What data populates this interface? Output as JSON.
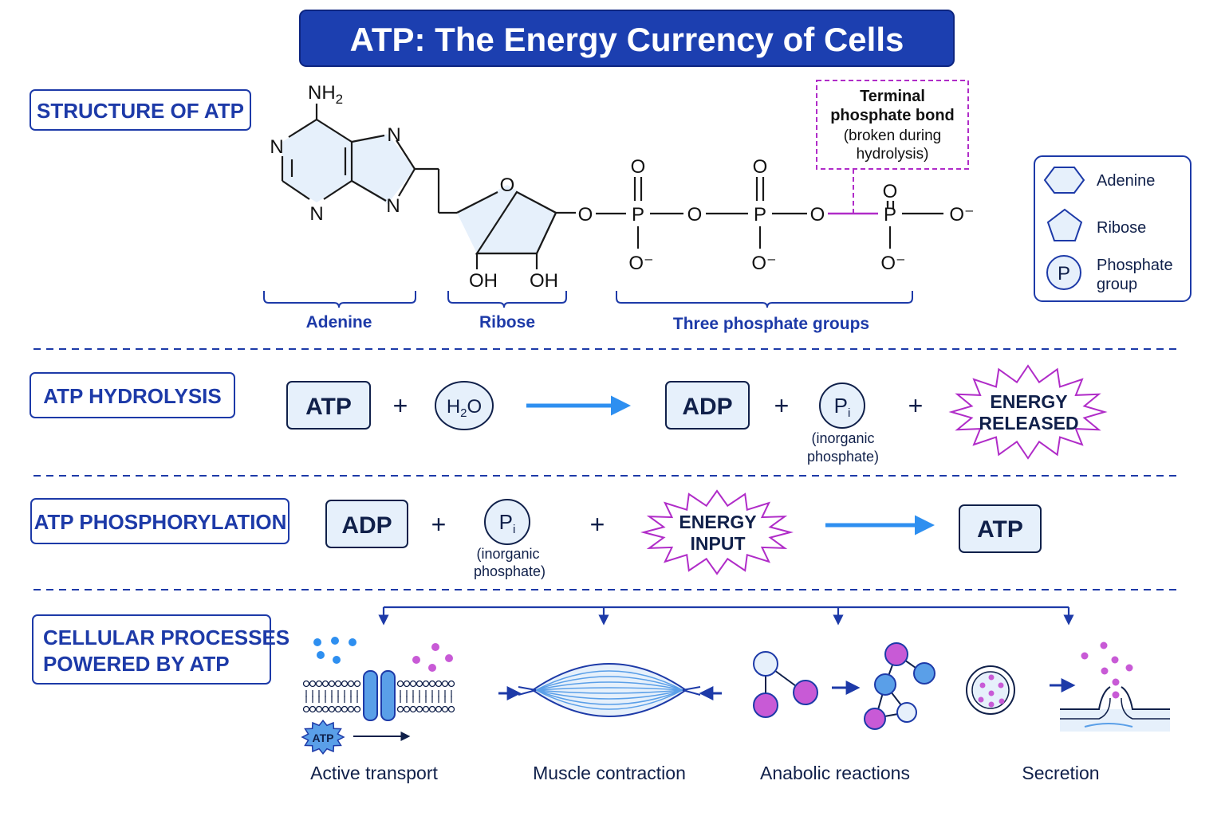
{
  "title": "ATP: The Energy Currency of Cells",
  "sections": {
    "structure": "STRUCTURE OF ATP",
    "hydrolysis": "ATP HYDROLYSIS",
    "phosphorylation": "ATP PHOSPHORYLATION",
    "processes_line1": "CELLULAR PROCESSES",
    "processes_line2": "POWERED BY ATP"
  },
  "structure": {
    "atoms": {
      "nh2": "NH",
      "nh2_sub": "2",
      "n": "N",
      "o": "O",
      "p": "P",
      "o_minus": "O⁻",
      "oh": "OH"
    },
    "brace_labels": {
      "adenine": "Adenine",
      "ribose": "Ribose",
      "phosphates": "Three phosphate groups"
    },
    "callout": {
      "line1": "Terminal",
      "line2": "phosphate bond",
      "line3": "(broken during",
      "line4": "hydrolysis)"
    }
  },
  "legend": {
    "adenine": "Adenine",
    "ribose": "Ribose",
    "phosphate_symbol": "P",
    "phosphate_line1": "Phosphate",
    "phosphate_line2": "group"
  },
  "hydrolysis": {
    "reactant1": "ATP",
    "water_h": "H",
    "water_sub": "2",
    "water_o": "O",
    "product1": "ADP",
    "pi_p": "P",
    "pi_sub": "i",
    "pi_note_line1": "(inorganic",
    "pi_note_line2": "phosphate)",
    "energy_line1": "ENERGY",
    "energy_line2": "RELEASED",
    "plus": "+"
  },
  "phosphorylation": {
    "reactant1": "ADP",
    "pi_p": "P",
    "pi_sub": "i",
    "pi_note_line1": "(inorganic",
    "pi_note_line2": "phosphate)",
    "energy_line1": "ENERGY",
    "energy_line2": "INPUT",
    "product": "ATP",
    "plus": "+"
  },
  "processes": {
    "badge": "ATP",
    "items": [
      "Active transport",
      "Muscle contraction",
      "Anabolic reactions",
      "Secretion"
    ]
  },
  "colors": {
    "navy": "#1d3aa8",
    "title_bg": "#1c3fb0",
    "light_fill": "#e6f0fb",
    "arrow_blue": "#2e8ff0",
    "purple": "#b02cc8",
    "magenta_fill": "#c85ad6"
  }
}
